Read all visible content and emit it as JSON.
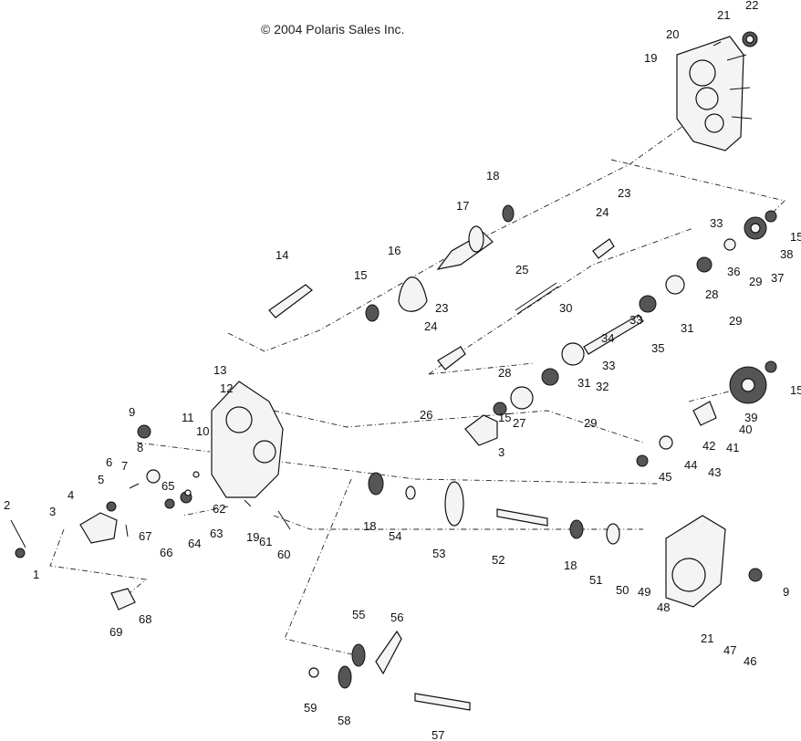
{
  "copyright": "© 2004 Polaris Sales Inc.",
  "callouts": [
    {
      "label": "1"
    },
    {
      "label": "2"
    },
    {
      "label": "3"
    },
    {
      "label": "3"
    },
    {
      "label": "4"
    },
    {
      "label": "5"
    },
    {
      "label": "6"
    },
    {
      "label": "7"
    },
    {
      "label": "8"
    },
    {
      "label": "9"
    },
    {
      "label": "9"
    },
    {
      "label": "10"
    },
    {
      "label": "11"
    },
    {
      "label": "12"
    },
    {
      "label": "13"
    },
    {
      "label": "14"
    },
    {
      "label": "15"
    },
    {
      "label": "15"
    },
    {
      "label": "15"
    },
    {
      "label": "15"
    },
    {
      "label": "16"
    },
    {
      "label": "17"
    },
    {
      "label": "18"
    },
    {
      "label": "18"
    },
    {
      "label": "18"
    },
    {
      "label": "19"
    },
    {
      "label": "19"
    },
    {
      "label": "20"
    },
    {
      "label": "21"
    },
    {
      "label": "21"
    },
    {
      "label": "22"
    },
    {
      "label": "23"
    },
    {
      "label": "23"
    },
    {
      "label": "24"
    },
    {
      "label": "24"
    },
    {
      "label": "25"
    },
    {
      "label": "26"
    },
    {
      "label": "27"
    },
    {
      "label": "28"
    },
    {
      "label": "28"
    },
    {
      "label": "29"
    },
    {
      "label": "29"
    },
    {
      "label": "29"
    },
    {
      "label": "30"
    },
    {
      "label": "31"
    },
    {
      "label": "31"
    },
    {
      "label": "32"
    },
    {
      "label": "33"
    },
    {
      "label": "33"
    },
    {
      "label": "33"
    },
    {
      "label": "34"
    },
    {
      "label": "35"
    },
    {
      "label": "36"
    },
    {
      "label": "37"
    },
    {
      "label": "38"
    },
    {
      "label": "39"
    },
    {
      "label": "40"
    },
    {
      "label": "41"
    },
    {
      "label": "42"
    },
    {
      "label": "43"
    },
    {
      "label": "44"
    },
    {
      "label": "45"
    },
    {
      "label": "46"
    },
    {
      "label": "47"
    },
    {
      "label": "48"
    },
    {
      "label": "49"
    },
    {
      "label": "50"
    },
    {
      "label": "51"
    },
    {
      "label": "52"
    },
    {
      "label": "53"
    },
    {
      "label": "54"
    },
    {
      "label": "55"
    },
    {
      "label": "56"
    },
    {
      "label": "57"
    },
    {
      "label": "58"
    },
    {
      "label": "59"
    },
    {
      "label": "60"
    },
    {
      "label": "61"
    },
    {
      "label": "62"
    },
    {
      "label": "63"
    },
    {
      "label": "64"
    },
    {
      "label": "65"
    },
    {
      "label": "66"
    },
    {
      "label": "67"
    },
    {
      "label": "68"
    },
    {
      "label": "69"
    }
  ]
}
